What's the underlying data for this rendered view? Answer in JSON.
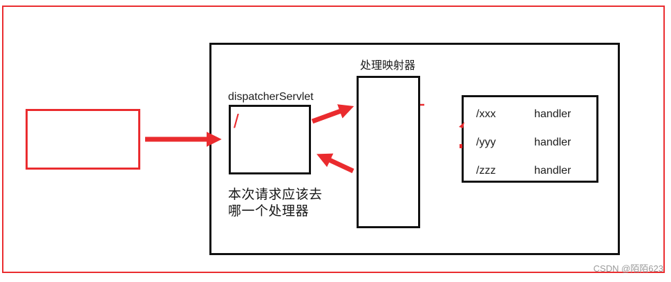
{
  "colors": {
    "accent_red": "#ea2b2e",
    "line_black": "#111111",
    "text_black": "#1c1c1c",
    "watermark_gray": "#9a9a9a"
  },
  "dispatcher": {
    "label": "dispatcherServlet",
    "slash": "/",
    "note_line1": "本次请求应该去",
    "note_line2": "哪一个处理器"
  },
  "mapper": {
    "label": "处理映射器"
  },
  "mapping_table": {
    "rows": [
      {
        "path": "/xxx",
        "handler": "handler"
      },
      {
        "path": "/yyy",
        "handler": "handler"
      },
      {
        "path": "/zzz",
        "handler": "handler"
      }
    ]
  },
  "watermark": {
    "text": "CSDN @陌陌623"
  }
}
